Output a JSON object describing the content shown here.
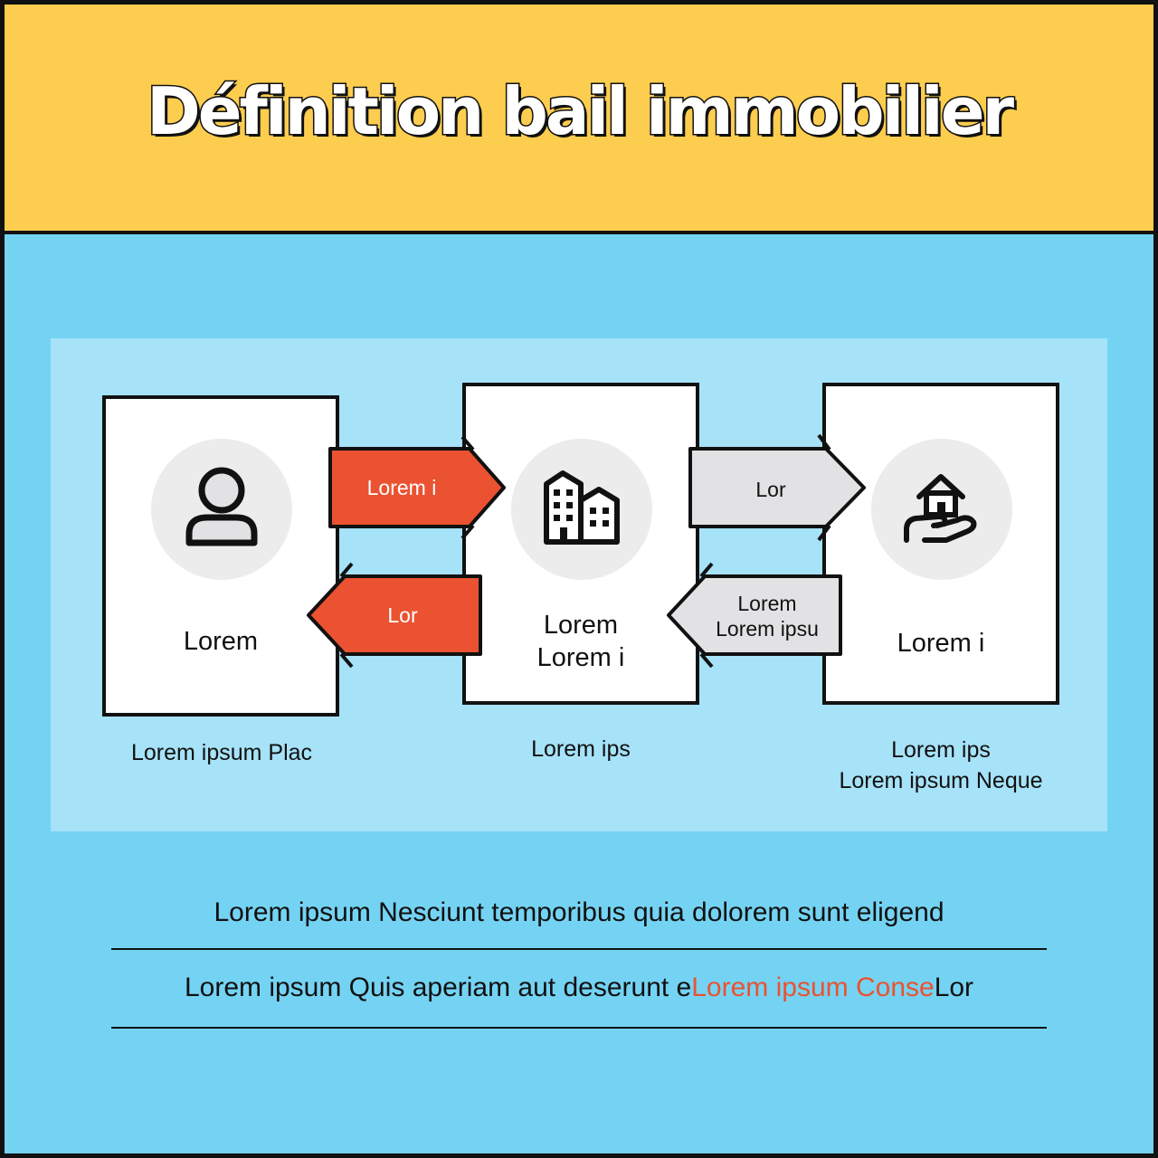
{
  "title": "Définition bail immobilier",
  "colors": {
    "header_bg": "#fdcd4f",
    "page_bg": "#74d3f3",
    "panel_bg": "#a6e2f8",
    "accent": "#ea5231",
    "neutral_arrow": "#e2e2e4"
  },
  "cards": [
    {
      "icon": "user-icon",
      "label": "Lorem",
      "caption_lines": [
        "Lorem ipsum Plac"
      ]
    },
    {
      "icon": "buildings-icon",
      "label_lines": [
        "Lorem",
        "Lorem i"
      ],
      "caption_lines": [
        "Lorem ips"
      ]
    },
    {
      "icon": "house-hand-icon",
      "label": "Lorem i",
      "caption_lines": [
        "Lorem ips",
        "Lorem ipsum Neque"
      ]
    }
  ],
  "arrows": {
    "a_to_b": "Lorem i",
    "b_to_a": "Lor",
    "b_to_c": "Lor",
    "c_to_b_lines": [
      "Lorem",
      "Lorem ipsu"
    ]
  },
  "footer": {
    "line1": "Lorem ipsum Nesciunt temporibus quia dolorem sunt eligend",
    "line2_prefix": "Lorem ipsum Quis aperiam aut deserunt e",
    "line2_highlight": "Lorem ipsum Conse",
    "line2_suffix": "Lor"
  }
}
